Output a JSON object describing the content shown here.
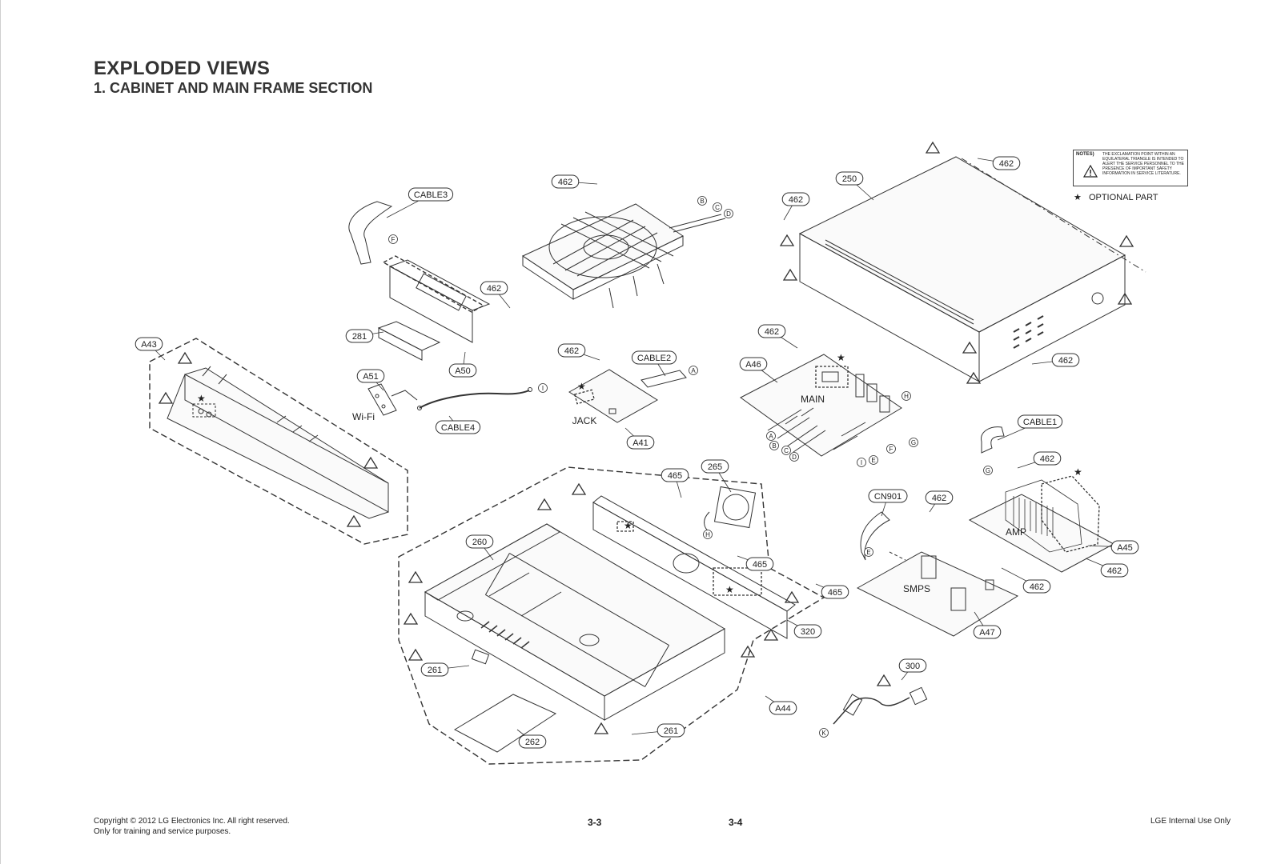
{
  "header": {
    "title": "EXPLODED VIEWS",
    "subtitle": "1. CABINET AND MAIN FRAME SECTION"
  },
  "notes": {
    "label": "NOTES)",
    "text": "THE EXCLAMATION POINT WITHIN AN EQUILATERAL TRIANGLE IS INTENDED TO ALERT THE SERVICE PERSONNEL TO THE PRESENCE OF IMPORTANT SAFETY INFORMATION IN SERVICE LITERATURE.",
    "optional_symbol": "★",
    "optional_label": "OPTIONAL PART"
  },
  "callouts": [
    "CABLE3",
    "462",
    "462",
    "281",
    "A50",
    "A43",
    "A51",
    "CABLE4",
    "462",
    "CABLE2",
    "A41",
    "250",
    "462",
    "462",
    "462",
    "A46",
    "462",
    "CABLE1",
    "462",
    "A45",
    "462",
    "CN901",
    "462",
    "462",
    "A47",
    "465",
    "265",
    "260",
    "465",
    "465",
    "320",
    "261",
    "261",
    "262",
    "A44",
    "300"
  ],
  "board_labels": [
    "Wi-Fi",
    "JACK",
    "MAIN",
    "AMP",
    "SMPS"
  ],
  "pin_letters": [
    "F",
    "B",
    "C",
    "D",
    "A",
    "I",
    "H",
    "G",
    "E",
    "K"
  ],
  "footer": {
    "copyright_line1": "Copyright © 2012 LG Electronics Inc. All right reserved.",
    "copyright_line2": "Only for training and service purposes.",
    "page_left": "3-3",
    "page_right": "3-4",
    "internal": "LGE Internal Use Only"
  },
  "colors": {
    "line": "#333333",
    "text": "#222222",
    "background": "#ffffff"
  }
}
